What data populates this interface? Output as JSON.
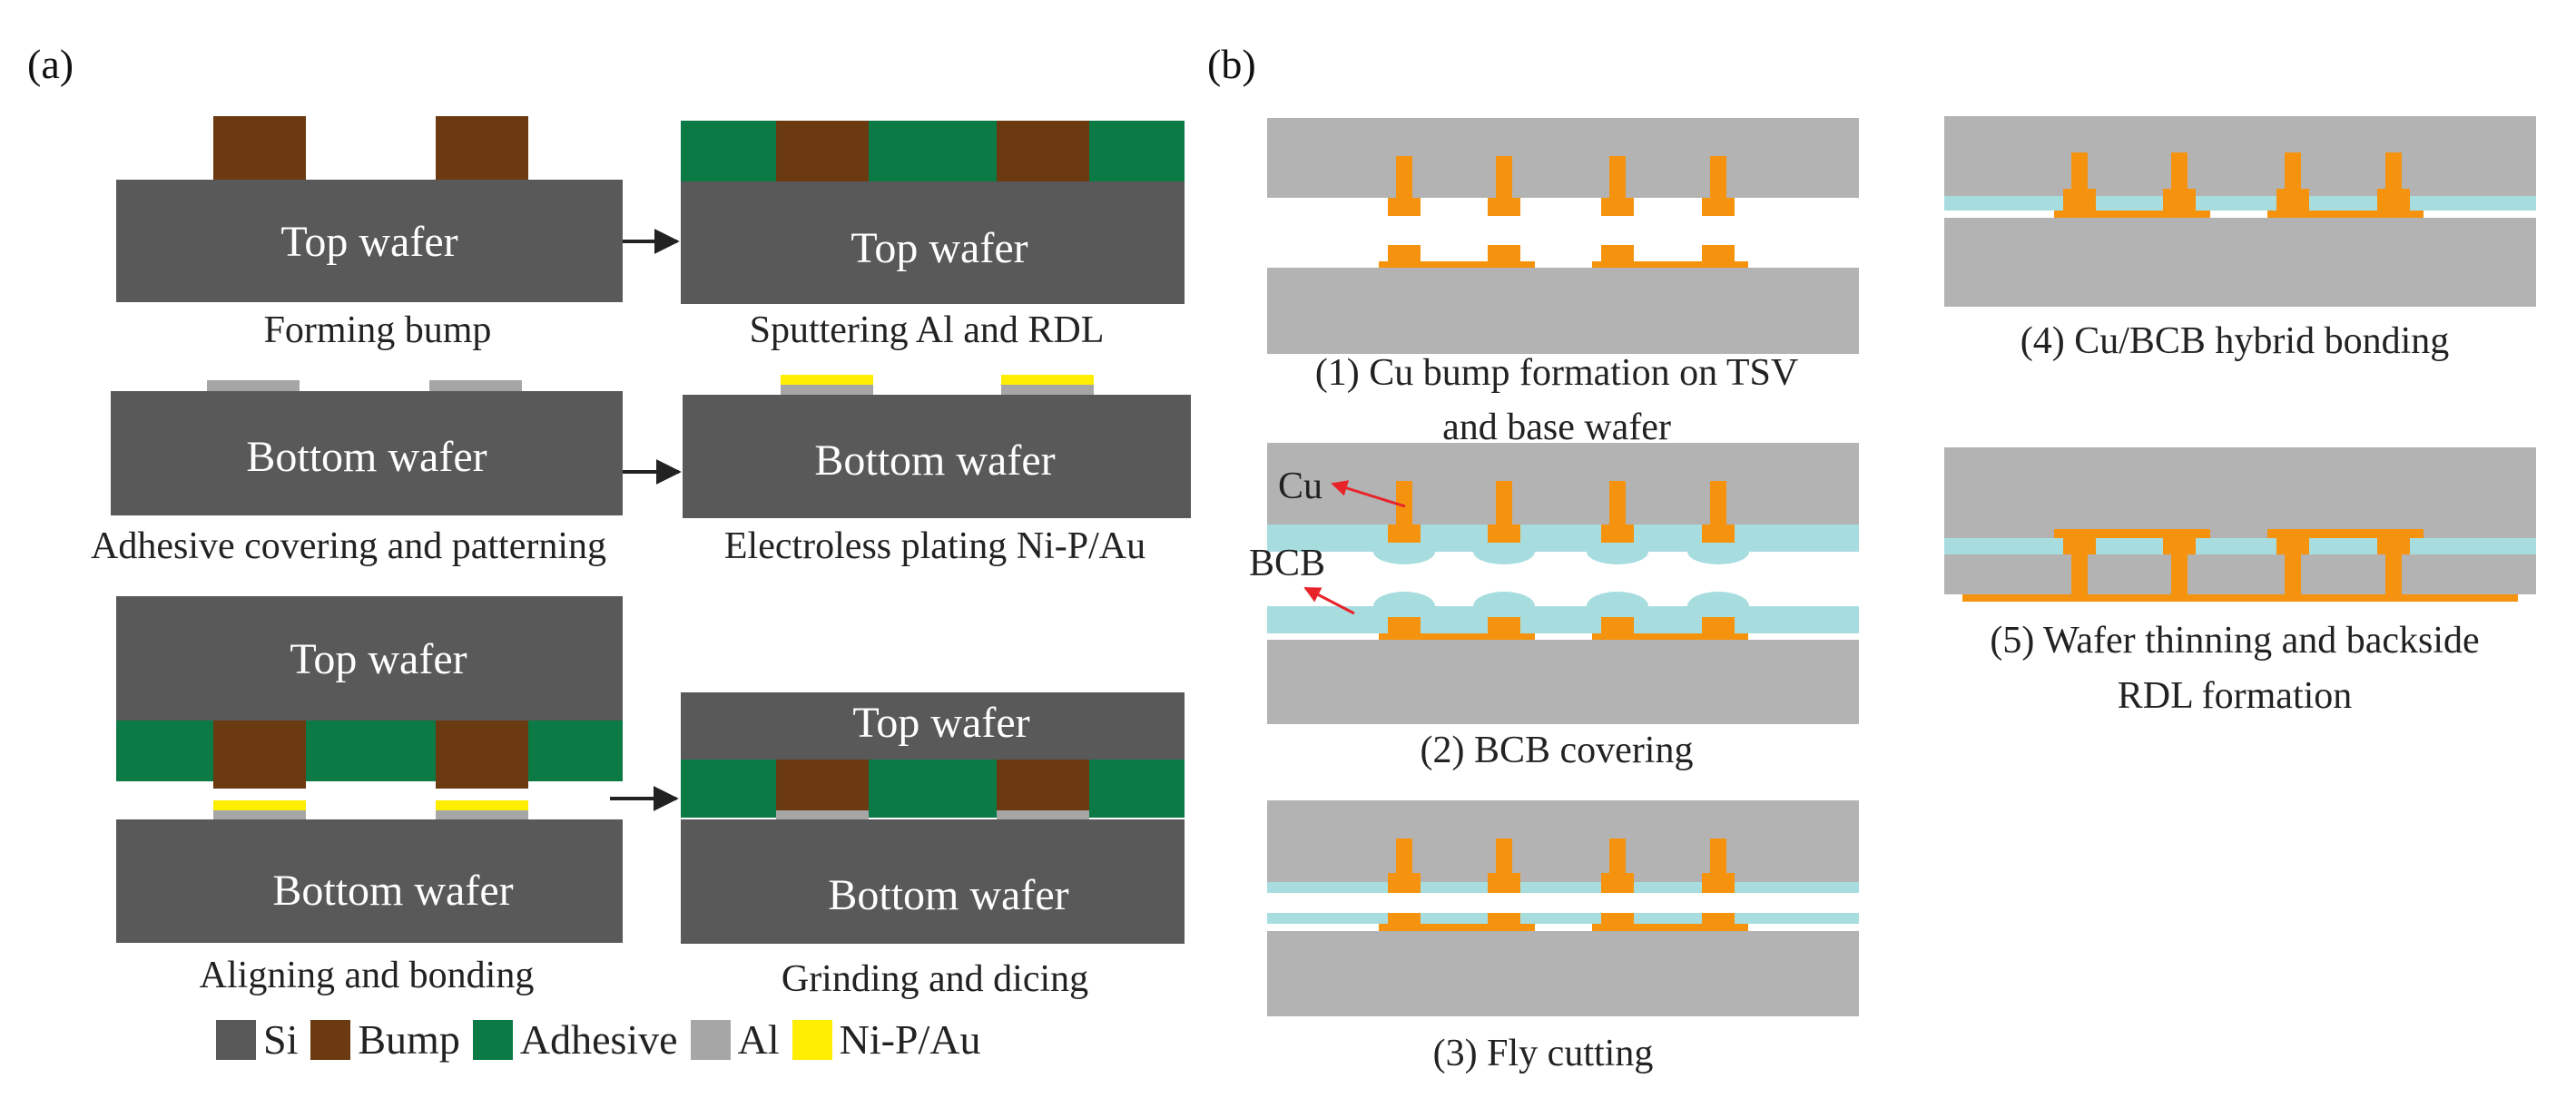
{
  "panel_a": {
    "tag": "(a)",
    "wafer_top": "Top wafer",
    "wafer_bottom": "Bottom wafer",
    "captions": {
      "forming_bump": "Forming bump",
      "sputtering": "Sputtering Al and RDL",
      "adhesive": "Adhesive covering and patterning",
      "electroless": "Electroless plating Ni-P/Au",
      "aligning": "Aligning and bonding",
      "grinding": "Grinding and dicing"
    },
    "legend": [
      {
        "label": "Si",
        "color": "#595959"
      },
      {
        "label": "Bump",
        "color": "#6b3a10"
      },
      {
        "label": "Adhesive",
        "color": "#0b7a45"
      },
      {
        "label": "Al",
        "color": "#a6a6a6"
      },
      {
        "label": "Ni-P/Au",
        "color": "#ffee00"
      }
    ]
  },
  "panel_b": {
    "tag": "(b)",
    "steps": {
      "s1_line1": "(1) Cu bump formation on TSV",
      "s1_line2": "and base wafer",
      "s2": "(2) BCB covering",
      "s3": "(3) Fly cutting",
      "s4": "(4) Cu/BCB hybrid bonding",
      "s5_line1": "(5) Wafer thinning and backside",
      "s5_line2": "RDL formation"
    },
    "annotations": {
      "cu": "Cu",
      "bcb": "BCB"
    },
    "colors": {
      "wafer": "#b3b3b3",
      "copper": "#f5930f",
      "bcb": "#a8dde0",
      "arrow": "#e8232a"
    }
  }
}
